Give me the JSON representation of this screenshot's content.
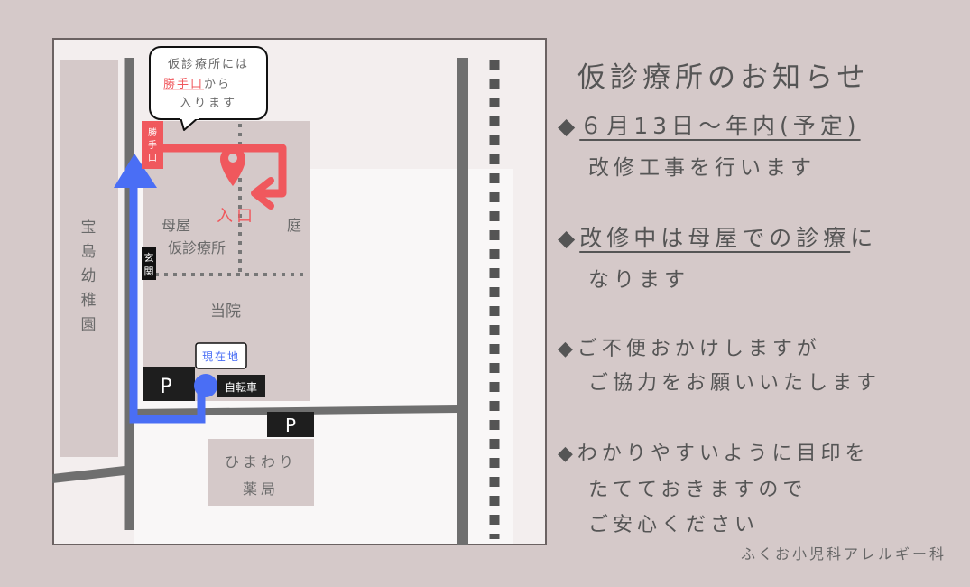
{
  "title": "仮診療所のお知らせ",
  "notices": {
    "date_bullet": "◆",
    "date_text": "６月13日～年内(予定)",
    "work_text": "改修工事を行います",
    "main_bullet": "◆",
    "main_underlined": "改修中は母屋での診療",
    "main_suffix": "に",
    "main_line2": "なります",
    "apology_line1": "◆ご不便おかけしますが",
    "apology_line2": "ご協力をお願いいたします",
    "sign_line1": "◆わかりやすいように目印を",
    "sign_line2": "たてておきますので",
    "sign_line3": "ご安心ください"
  },
  "signature": "ふくお小児科アレルギー科",
  "map": {
    "kindergarten": [
      "宝",
      "島",
      "幼",
      "稚",
      "園"
    ],
    "callout_line1": "仮診療所には",
    "callout_highlight": "勝手口",
    "callout_suffix": "から",
    "callout_line3": "入ります",
    "back_door_tag": [
      "勝",
      "手",
      "口"
    ],
    "entrance_label": "入口",
    "main_house_line1": "母屋",
    "main_house_line2": "仮診療所",
    "garden_label": "庭",
    "genkan_tag": [
      "玄",
      "関"
    ],
    "clinic_label": "当院",
    "current_location": "現在地",
    "bicycle_label": "自転車",
    "parking_label": "P",
    "pharmacy_line1": "ひまわり",
    "pharmacy_line2": "薬局",
    "colors": {
      "accent_red": "#f0585d",
      "route_blue": "#4a6ef5",
      "road_gray": "#6f6f6f",
      "background": "#d5c9c9"
    }
  }
}
